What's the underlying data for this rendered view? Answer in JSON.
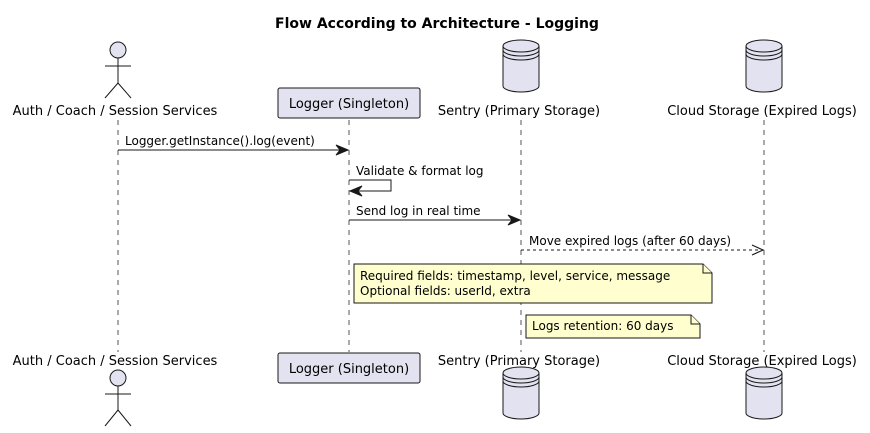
{
  "title": "Flow According to Architecture - Logging",
  "participants": [
    {
      "id": "auth",
      "label": "Auth / Coach / Session Services",
      "kind": "actor"
    },
    {
      "id": "logger",
      "label": "Logger (Singleton)",
      "kind": "participant"
    },
    {
      "id": "sentry",
      "label": "Sentry (Primary Storage)",
      "kind": "database"
    },
    {
      "id": "cloud",
      "label": "Cloud Storage (Expired Logs)",
      "kind": "database"
    }
  ],
  "messages": [
    {
      "from": "auth",
      "to": "logger",
      "label": "Logger.getInstance().log(event)",
      "style": "solid"
    },
    {
      "from": "logger",
      "to": "logger",
      "label": "Validate & format log",
      "style": "solid"
    },
    {
      "from": "logger",
      "to": "sentry",
      "label": "Send log in real time",
      "style": "solid"
    },
    {
      "from": "sentry",
      "to": "cloud",
      "label": "Move expired logs (after 60 days)",
      "style": "dashed"
    }
  ],
  "notes": [
    {
      "lines": [
        "Required fields: timestamp, level, service, message",
        "Optional fields: userId, extra"
      ]
    },
    {
      "lines": [
        "Logs retention: 60 days"
      ]
    }
  ]
}
